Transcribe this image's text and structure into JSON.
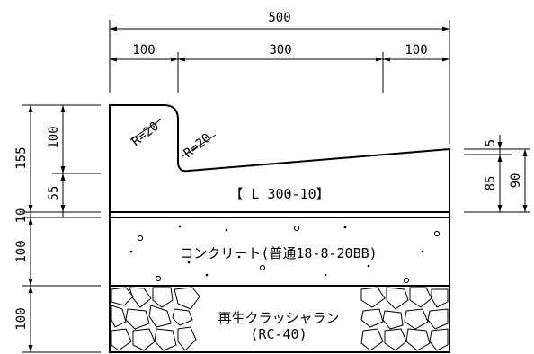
{
  "top_dimensions": {
    "overall": "500",
    "left": "100",
    "middle": "300",
    "right": "100"
  },
  "left_dimensions": {
    "total_curb": "155",
    "upper": "100",
    "lower": "55",
    "base_mortar": "10",
    "concrete": "100",
    "gravel": "100"
  },
  "right_dimensions": {
    "top_step": "5",
    "mid": "85",
    "total": "90"
  },
  "radius_labels": {
    "first": "R=20",
    "second": "R=20"
  },
  "labels": {
    "curb_product": "【 L 300-10】",
    "concrete": "コンクリート(普通18-8-20BB)",
    "gravel_line1": "再生クラッシャラン",
    "gravel_line2": "(RC-40)"
  }
}
